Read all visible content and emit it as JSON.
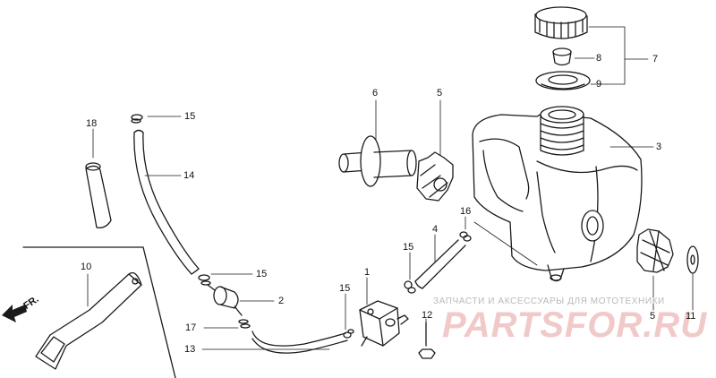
{
  "callouts": {
    "c1": "1",
    "c2": "2",
    "c3": "3",
    "c4": "4",
    "c5a": "5",
    "c5b": "5",
    "c6": "6",
    "c7": "7",
    "c8": "8",
    "c9": "9",
    "c10": "10",
    "c11": "11",
    "c12": "12",
    "c13": "13",
    "c14": "14",
    "c15a": "15",
    "c15b": "15",
    "c15c": "15",
    "c15d": "15",
    "c16": "16",
    "c17": "17",
    "c18": "18"
  },
  "direction": {
    "label": "FR."
  },
  "watermark": {
    "tagline": "ЗАПЧАСТИ И АКСЕССУАРЫ ДЛЯ МОТОТЕХНИКИ",
    "logo": "PARTSFOR.RU"
  },
  "colors": {
    "line": "#1a1a1a",
    "watermark_logo": "#f1c9c9",
    "watermark_text": "#b9b9b9"
  }
}
